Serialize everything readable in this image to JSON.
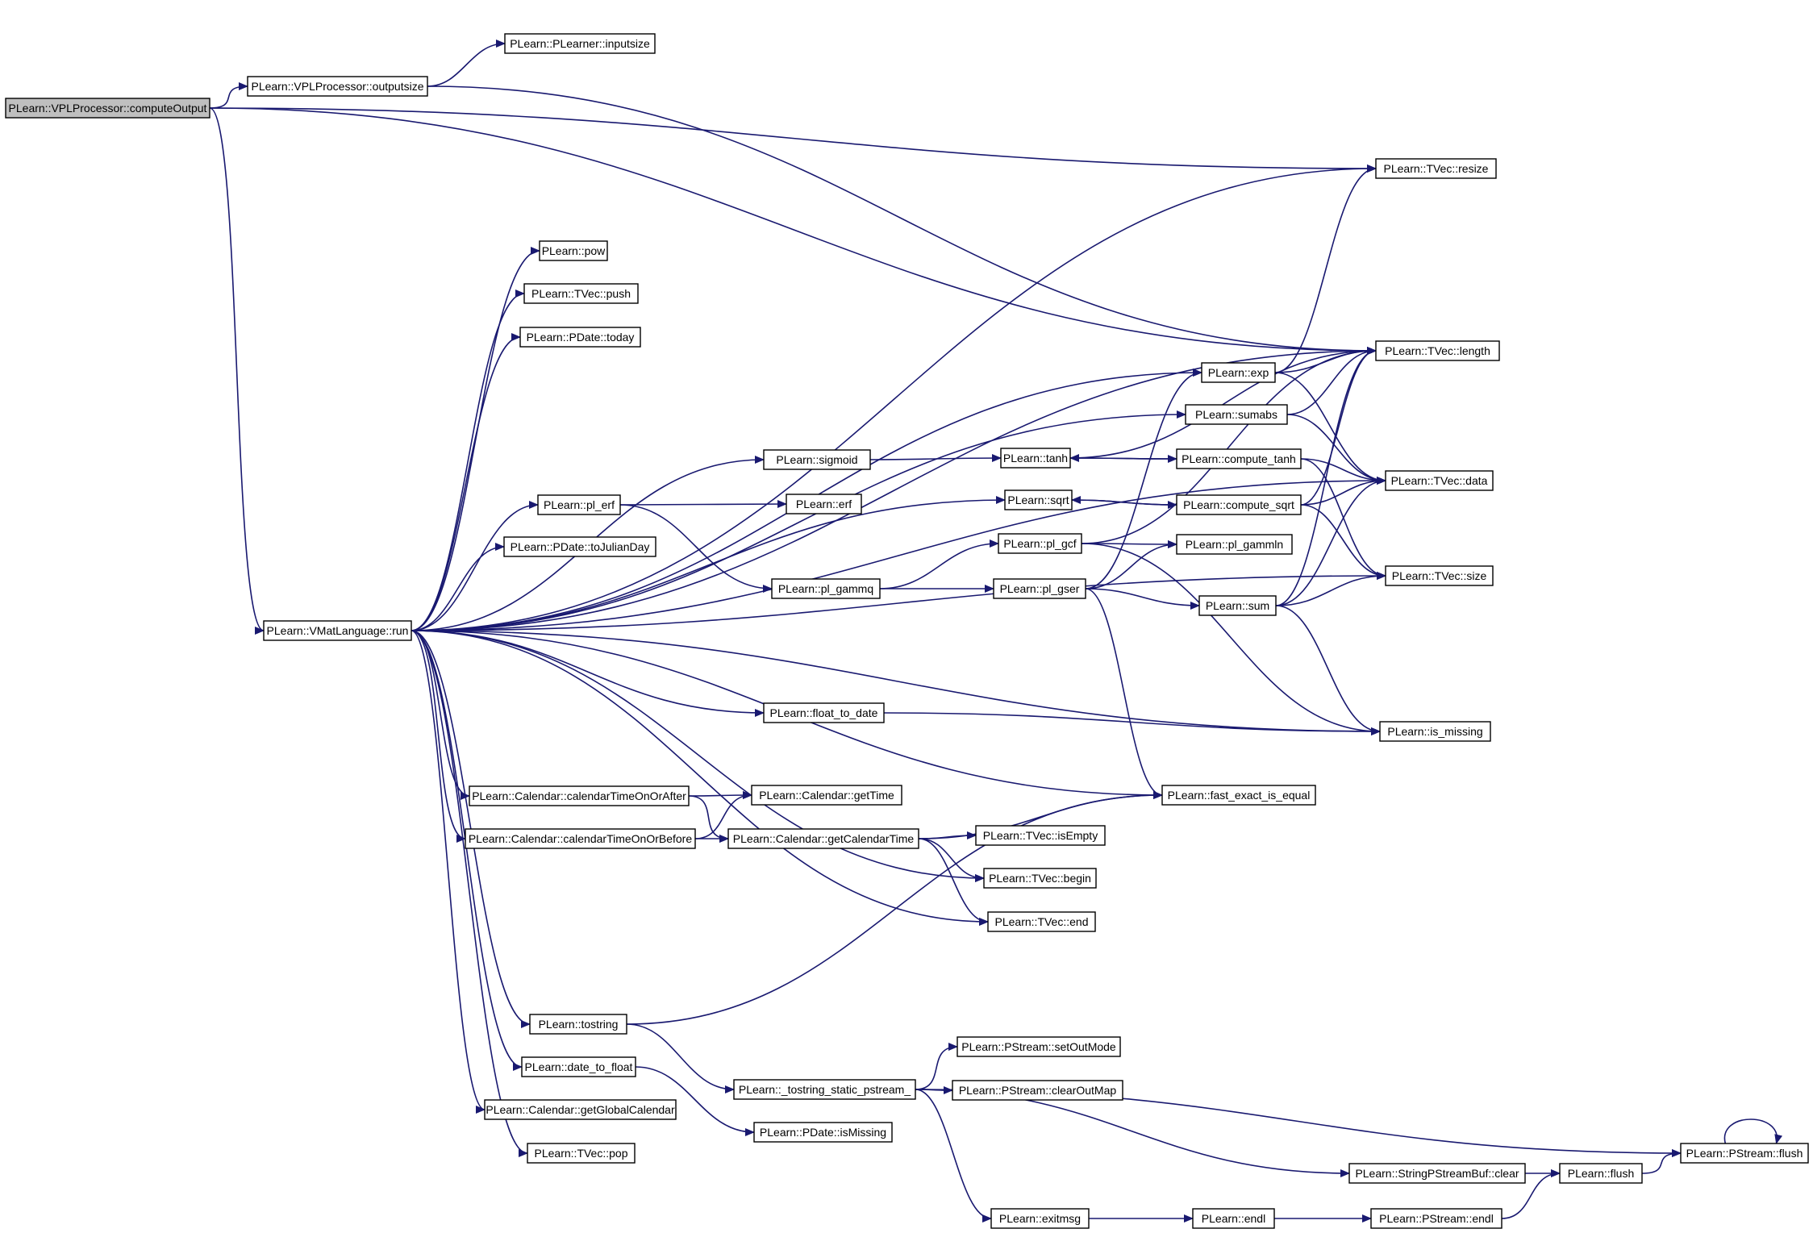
{
  "nodes": [
    {
      "id": "computeOutput",
      "label": "PLearn::VPLProcessor::computeOutput",
      "root": true
    },
    {
      "id": "outputsize",
      "label": "PLearn::VPLProcessor::outputsize"
    },
    {
      "id": "inputsize",
      "label": "PLearn::PLearner::inputsize"
    },
    {
      "id": "resize",
      "label": "PLearn::TVec::resize"
    },
    {
      "id": "length",
      "label": "PLearn::TVec::length"
    },
    {
      "id": "run",
      "label": "PLearn::VMatLanguage::run"
    },
    {
      "id": "pow",
      "label": "PLearn::pow"
    },
    {
      "id": "push",
      "label": "PLearn::TVec::push"
    },
    {
      "id": "today",
      "label": "PLearn::PDate::today"
    },
    {
      "id": "exp",
      "label": "PLearn::exp"
    },
    {
      "id": "sumabs",
      "label": "PLearn::sumabs"
    },
    {
      "id": "sigmoid",
      "label": "PLearn::sigmoid"
    },
    {
      "id": "tanh",
      "label": "PLearn::tanh"
    },
    {
      "id": "compute_tanh",
      "label": "PLearn::compute_tanh"
    },
    {
      "id": "data",
      "label": "PLearn::TVec::data"
    },
    {
      "id": "pl_erf",
      "label": "PLearn::pl_erf"
    },
    {
      "id": "erf",
      "label": "PLearn::erf"
    },
    {
      "id": "sqrt",
      "label": "PLearn::sqrt"
    },
    {
      "id": "compute_sqrt",
      "label": "PLearn::compute_sqrt"
    },
    {
      "id": "toJulianDay",
      "label": "PLearn::PDate::toJulianDay"
    },
    {
      "id": "pl_gcf",
      "label": "PLearn::pl_gcf"
    },
    {
      "id": "pl_gammln",
      "label": "PLearn::pl_gammln"
    },
    {
      "id": "pl_gammq",
      "label": "PLearn::pl_gammq"
    },
    {
      "id": "pl_gser",
      "label": "PLearn::pl_gser"
    },
    {
      "id": "size",
      "label": "PLearn::TVec::size"
    },
    {
      "id": "sum",
      "label": "PLearn::sum"
    },
    {
      "id": "float_to_date",
      "label": "PLearn::float_to_date"
    },
    {
      "id": "is_missing",
      "label": "PLearn::is_missing"
    },
    {
      "id": "calAfter",
      "label": "PLearn::Calendar::calendarTimeOnOrAfter"
    },
    {
      "id": "getTime",
      "label": "PLearn::Calendar::getTime"
    },
    {
      "id": "fast_exact",
      "label": "PLearn::fast_exact_is_equal"
    },
    {
      "id": "calBefore",
      "label": "PLearn::Calendar::calendarTimeOnOrBefore"
    },
    {
      "id": "getCalTime",
      "label": "PLearn::Calendar::getCalendarTime"
    },
    {
      "id": "isEmpty",
      "label": "PLearn::TVec::isEmpty"
    },
    {
      "id": "begin",
      "label": "PLearn::TVec::begin"
    },
    {
      "id": "end",
      "label": "PLearn::TVec::end"
    },
    {
      "id": "tostring",
      "label": "PLearn::tostring"
    },
    {
      "id": "tostring_static",
      "label": "PLearn::_tostring_static_pstream_"
    },
    {
      "id": "setOutMode",
      "label": "PLearn::PStream::setOutMode"
    },
    {
      "id": "clearOutMap",
      "label": "PLearn::PStream::clearOutMap"
    },
    {
      "id": "date_to_float",
      "label": "PLearn::date_to_float"
    },
    {
      "id": "isMissing",
      "label": "PLearn::PDate::isMissing"
    },
    {
      "id": "getGlobalCal",
      "label": "PLearn::Calendar::getGlobalCalendar"
    },
    {
      "id": "pop",
      "label": "PLearn::TVec::pop"
    },
    {
      "id": "pstream_flush",
      "label": "PLearn::PStream::flush"
    },
    {
      "id": "sbuf_clear",
      "label": "PLearn::StringPStreamBuf::clear"
    },
    {
      "id": "flush",
      "label": "PLearn::flush"
    },
    {
      "id": "exitmsg",
      "label": "PLearn::exitmsg"
    },
    {
      "id": "endl",
      "label": "PLearn::endl"
    },
    {
      "id": "pstream_endl",
      "label": "PLearn::PStream::endl"
    }
  ],
  "edges": [
    [
      "computeOutput",
      "outputsize"
    ],
    [
      "computeOutput",
      "resize"
    ],
    [
      "computeOutput",
      "length"
    ],
    [
      "computeOutput",
      "run"
    ],
    [
      "outputsize",
      "inputsize"
    ],
    [
      "outputsize",
      "length"
    ],
    [
      "run",
      "resize"
    ],
    [
      "run",
      "pow"
    ],
    [
      "run",
      "push"
    ],
    [
      "run",
      "today"
    ],
    [
      "run",
      "exp"
    ],
    [
      "run",
      "length"
    ],
    [
      "run",
      "sumabs"
    ],
    [
      "run",
      "sigmoid"
    ],
    [
      "run",
      "pl_erf"
    ],
    [
      "run",
      "sqrt"
    ],
    [
      "run",
      "toJulianDay"
    ],
    [
      "run",
      "data"
    ],
    [
      "run",
      "size"
    ],
    [
      "run",
      "float_to_date"
    ],
    [
      "run",
      "fast_exact"
    ],
    [
      "run",
      "calAfter"
    ],
    [
      "run",
      "calBefore"
    ],
    [
      "run",
      "begin"
    ],
    [
      "run",
      "end"
    ],
    [
      "run",
      "is_missing"
    ],
    [
      "run",
      "tostring"
    ],
    [
      "run",
      "date_to_float"
    ],
    [
      "run",
      "getGlobalCal"
    ],
    [
      "run",
      "pop"
    ],
    [
      "exp",
      "resize"
    ],
    [
      "exp",
      "length"
    ],
    [
      "exp",
      "data"
    ],
    [
      "sumabs",
      "length"
    ],
    [
      "sumabs",
      "data"
    ],
    [
      "sigmoid",
      "tanh"
    ],
    [
      "tanh",
      "length"
    ],
    [
      "tanh",
      "compute_tanh"
    ],
    [
      "compute_tanh",
      "tanh"
    ],
    [
      "compute_tanh",
      "data"
    ],
    [
      "compute_tanh",
      "size"
    ],
    [
      "pl_erf",
      "erf"
    ],
    [
      "pl_erf",
      "pl_gammq"
    ],
    [
      "sqrt",
      "compute_sqrt"
    ],
    [
      "compute_sqrt",
      "sqrt"
    ],
    [
      "compute_sqrt",
      "length"
    ],
    [
      "compute_sqrt",
      "data"
    ],
    [
      "compute_sqrt",
      "size"
    ],
    [
      "pl_gammq",
      "pl_gcf"
    ],
    [
      "pl_gammq",
      "pl_gser"
    ],
    [
      "pl_gcf",
      "pl_gammln"
    ],
    [
      "pl_gcf",
      "length"
    ],
    [
      "pl_gcf",
      "is_missing"
    ],
    [
      "pl_gser",
      "exp"
    ],
    [
      "pl_gser",
      "pl_gammln"
    ],
    [
      "pl_gser",
      "sum"
    ],
    [
      "pl_gser",
      "fast_exact"
    ],
    [
      "sum",
      "length"
    ],
    [
      "sum",
      "data"
    ],
    [
      "sum",
      "size"
    ],
    [
      "sum",
      "is_missing"
    ],
    [
      "float_to_date",
      "is_missing"
    ],
    [
      "calAfter",
      "getTime"
    ],
    [
      "calAfter",
      "getCalTime"
    ],
    [
      "calBefore",
      "getTime"
    ],
    [
      "calBefore",
      "getCalTime"
    ],
    [
      "getCalTime",
      "fast_exact"
    ],
    [
      "getCalTime",
      "isEmpty"
    ],
    [
      "getCalTime",
      "begin"
    ],
    [
      "getCalTime",
      "end"
    ],
    [
      "tostring",
      "fast_exact"
    ],
    [
      "tostring",
      "tostring_static"
    ],
    [
      "tostring_static",
      "setOutMode"
    ],
    [
      "tostring_static",
      "clearOutMap"
    ],
    [
      "tostring_static",
      "pstream_flush"
    ],
    [
      "tostring_static",
      "sbuf_clear"
    ],
    [
      "tostring_static",
      "exitmsg"
    ],
    [
      "date_to_float",
      "isMissing"
    ],
    [
      "pstream_flush",
      "pstream_flush"
    ],
    [
      "sbuf_clear",
      "flush"
    ],
    [
      "flush",
      "pstream_flush"
    ],
    [
      "exitmsg",
      "endl"
    ],
    [
      "endl",
      "pstream_endl"
    ],
    [
      "pstream_endl",
      "flush"
    ]
  ],
  "colors": {
    "edge": "#191970",
    "root_fill": "#bfbfbf",
    "node_fill": "#ffffff",
    "node_border": "#000000"
  }
}
